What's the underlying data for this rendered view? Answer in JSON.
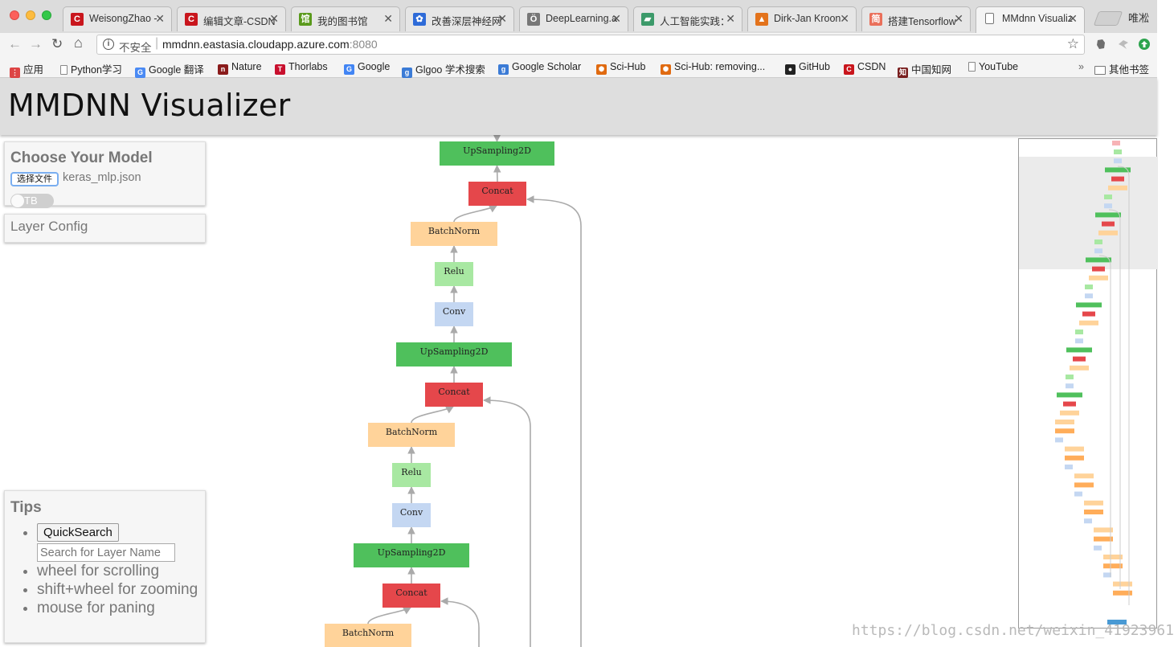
{
  "tabs": [
    {
      "title": "WeisongZhao -",
      "icon": "csdn-icon",
      "fav": "C",
      "color": "#c9161d"
    },
    {
      "title": "编辑文章-CSDN",
      "icon": "csdn-icon",
      "fav": "C",
      "color": "#c9161d"
    },
    {
      "title": "我的图书馆",
      "icon": "library-icon",
      "fav": "馆",
      "color": "#5a9a1c"
    },
    {
      "title": "改善深层神经网",
      "icon": "baidu-paw-icon",
      "fav": "✿",
      "color": "#2e6bd8"
    },
    {
      "title": "DeepLearning.a",
      "icon": "github-pages-icon",
      "fav": "Ö",
      "color": "#777777"
    },
    {
      "title": "人工智能实践：",
      "icon": "flag-icon",
      "fav": "▰",
      "color": "#3c9a6a"
    },
    {
      "title": "Dirk-Jan Kroon",
      "icon": "matlab-icon",
      "fav": "▲",
      "color": "#e3731c"
    },
    {
      "title": "搭建Tensorflow",
      "icon": "jianshu-icon",
      "fav": "简",
      "color": "#ea6f5a"
    },
    {
      "title": "MMdnn Visualiz",
      "icon": "page-icon",
      "fav": "",
      "color": "#ffffff",
      "active": true
    }
  ],
  "profile_name": "唯凇",
  "toolbar": {
    "insecure_label": "不安全",
    "url_host": "mmdnn.eastasia.cloudapp.azure.com",
    "url_port": ":8080"
  },
  "bookmarks": [
    {
      "label": "应用",
      "icon": "apps-grid-icon",
      "fav": "⋮",
      "color": "#d44"
    },
    {
      "label": "Python学习",
      "icon": "page-icon",
      "fav": "",
      "color": ""
    },
    {
      "label": "Google 翻译",
      "icon": "google-translate-icon",
      "fav": "G",
      "color": "#4a8af4"
    },
    {
      "label": "Nature",
      "icon": "nature-icon",
      "fav": "n",
      "color": "#8a1b1b"
    },
    {
      "label": "Thorlabs",
      "icon": "thorlabs-icon",
      "fav": "T",
      "color": "#c8102e"
    },
    {
      "label": "Google",
      "icon": "google-icon",
      "fav": "G",
      "color": "#4285f4"
    },
    {
      "label": "Glgoo 学术搜索",
      "icon": "glgoo-icon",
      "fav": "g",
      "color": "#3b7bd6"
    },
    {
      "label": "Google Scholar",
      "icon": "scholar-icon",
      "fav": "g",
      "color": "#3b7bd6"
    },
    {
      "label": "Sci-Hub",
      "icon": "scihub-icon",
      "fav": "✺",
      "color": "#e06a10"
    },
    {
      "label": "Sci-Hub: removing...",
      "icon": "scihub-icon",
      "fav": "✺",
      "color": "#e06a10"
    },
    {
      "label": "GitHub",
      "icon": "github-icon",
      "fav": "●",
      "color": "#222222"
    },
    {
      "label": "CSDN",
      "icon": "csdn-icon",
      "fav": "C",
      "color": "#c9161d"
    },
    {
      "label": "中国知网",
      "icon": "cnki-icon",
      "fav": "知",
      "color": "#7a1f1f"
    },
    {
      "label": "YouTube",
      "icon": "page-icon",
      "fav": "",
      "color": ""
    }
  ],
  "other_bookmarks": "其他书签",
  "app": {
    "title": "MMDNN Visualizer",
    "choose_model": "Choose Your Model",
    "file_button": "选择文件",
    "file_name": "keras_mlp.json",
    "toggle_label": "TB",
    "layer_config": "Layer Config",
    "tips_title": "Tips",
    "quicksearch_label": "QuickSearch",
    "search_placeholder": "Search for Layer Name",
    "tips": [
      "wheel for scrolling",
      "shift+wheel for zooming",
      "mouse for paning"
    ]
  },
  "graph": {
    "colors": {
      "UpSampling2D": "#4fc05c",
      "Concat": "#e5474b",
      "BatchNorm": "#ffd39a",
      "Relu": "#a8e8a2",
      "Conv": "#c4d7f2",
      "edge": "#aaaaaa"
    },
    "nodes": [
      "UpSampling2D",
      "Concat",
      "BatchNorm",
      "Relu",
      "Conv",
      "UpSampling2D",
      "Concat",
      "BatchNorm",
      "Relu",
      "Conv",
      "UpSampling2D",
      "Concat",
      "BatchNorm"
    ]
  },
  "watermark": "https://blog.csdn.net/weixin_41923961"
}
